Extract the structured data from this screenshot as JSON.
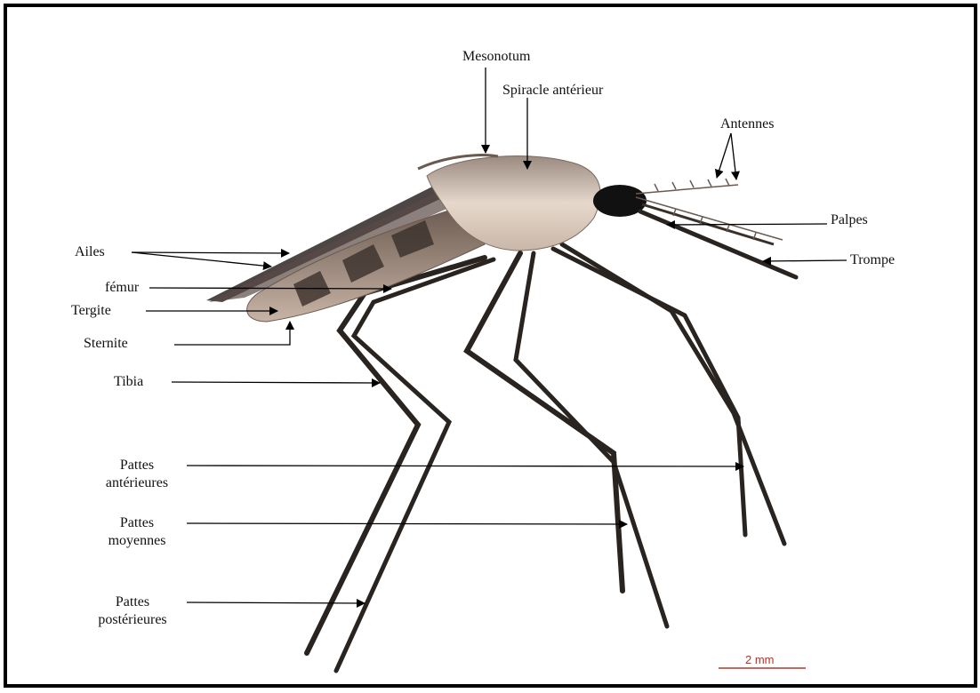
{
  "labels": {
    "mesonotum": "Mesonotum",
    "spiracle": "Spiracle antérieur",
    "antennes": "Antennes",
    "palpes": "Palpes",
    "trompe": "Trompe",
    "ailes": "Ailes",
    "femur": "fémur",
    "tergite": "Tergite",
    "sternite": "Sternite",
    "tibia": "Tibia",
    "pattes_anterieures_1": "Pattes",
    "pattes_anterieures_2": "antérieures",
    "pattes_moyennes_1": "Pattes",
    "pattes_moyennes_2": "moyennes",
    "pattes_posterieures_1": "Pattes",
    "pattes_posterieures_2": "postérieures"
  },
  "scale_bar": {
    "label": "2 mm",
    "color": "#b5332a"
  },
  "colors": {
    "frame": "#000000",
    "leader_lines": "#000000",
    "body_light": "#d9c9bb",
    "body_dark": "#5a4a40",
    "wing": "#3a3232",
    "legs": "#2a2420",
    "head": "#111111"
  }
}
